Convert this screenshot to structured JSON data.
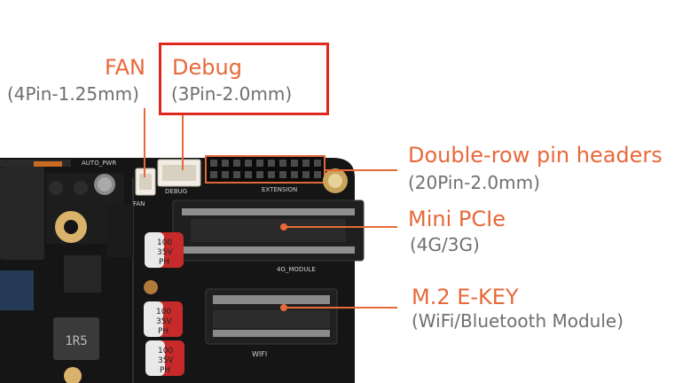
{
  "callouts": {
    "fan": {
      "title": "FAN",
      "subtitle": "(4Pin-1.25mm)"
    },
    "debug": {
      "title": "Debug",
      "subtitle": "(3Pin-2.0mm)"
    },
    "pin_headers": {
      "title": "Double-row pin headers",
      "subtitle": "(20Pin-2.0mm)"
    },
    "mini_pcie": {
      "title": "Mini PCIe",
      "subtitle": "(4G/3G)"
    },
    "m2_ekey": {
      "title": "M.2 E-KEY",
      "subtitle": "(WiFi/Bluetooth Module)"
    }
  },
  "board_silkscreen": {
    "auto_pwr": "AUTO_PWR",
    "fan": "FAN",
    "debug": "DEBUG",
    "extension": "EXTENSION",
    "module_4g": "4G_MODULE",
    "wifi": "WIFI",
    "inductor": "1R5",
    "cap1_a": "100",
    "cap1_b": "35V",
    "cap1_c": "PH",
    "cap2_a": "100",
    "cap2_b": "35V",
    "cap2_c": "PH",
    "cap3_a": "100",
    "cap3_b": "35V",
    "cap3_c": "PH"
  },
  "colors": {
    "accent": "#e8683a",
    "highlight_box": "#e0281e",
    "subtitle": "#6f6f6f",
    "pcb": "#141414"
  }
}
